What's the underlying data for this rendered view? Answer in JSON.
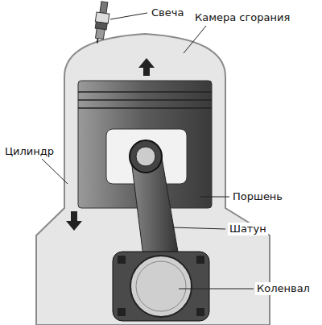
{
  "diagram": {
    "labels": [
      "Свеча",
      "Камера сгорания",
      "Цилиндр",
      "Поршень",
      "Шатун",
      "Коленвал"
    ]
  }
}
